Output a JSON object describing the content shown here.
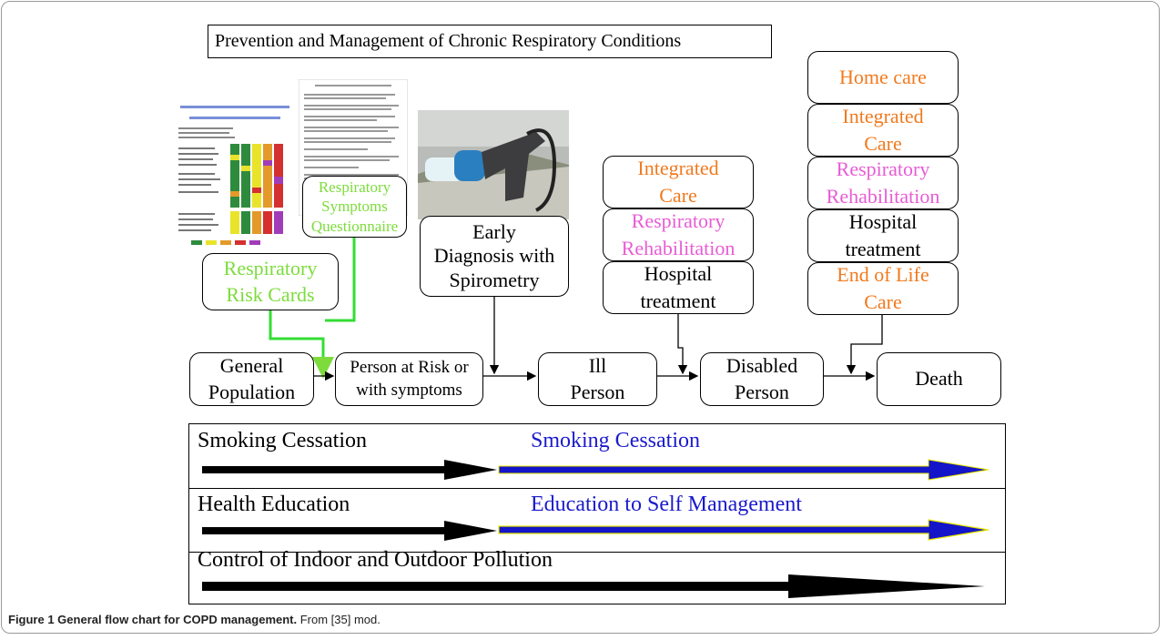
{
  "title": "Prevention and Management of Chronic Respiratory Conditions",
  "colors": {
    "orange": "#f07a1e",
    "pink": "#e85cd4",
    "green": "#7ddc3c",
    "blue": "#1a1acc",
    "black": "#000000"
  },
  "tools": {
    "risk_cards": "Respiratory\nRisk Cards",
    "symptoms_questionnaire": "Respiratory\nSymptoms\nQuestionnaire",
    "early_diagnosis": "Early\nDiagnosis with\nSpirometry"
  },
  "ill_stage_care": {
    "integrated": "Integrated\nCare",
    "rehab": "Respiratory\nRehabilitation",
    "hospital": "Hospital\ntreatment"
  },
  "disabled_stage_care": {
    "home": "Home care",
    "integrated": "Integrated\nCare",
    "rehab": "Respiratory\nRehabilitation",
    "hospital": "Hospital\ntreatment",
    "end_of_life": "End of Life\nCare"
  },
  "stages": {
    "general": "General\nPopulation",
    "at_risk": "Person  at Risk or\nwith symptoms",
    "ill": "Ill\nPerson",
    "disabled": "Disabled\nPerson",
    "death": "Death"
  },
  "bands": {
    "smoking_left": "Smoking Cessation",
    "smoking_right": "Smoking Cessation",
    "health_left": "Health Education",
    "health_right": "Education to Self Management",
    "pollution": "Control of Indoor and Outdoor Pollution"
  },
  "caption": {
    "bold": "Figure 1 General flow chart for COPD management.",
    "rest": " From [35] mod."
  },
  "images": {
    "risk_card_image": "risk-card-chart",
    "questionnaire_image": "questionnaire-document",
    "spirometer_photo": "spirometer-device"
  }
}
